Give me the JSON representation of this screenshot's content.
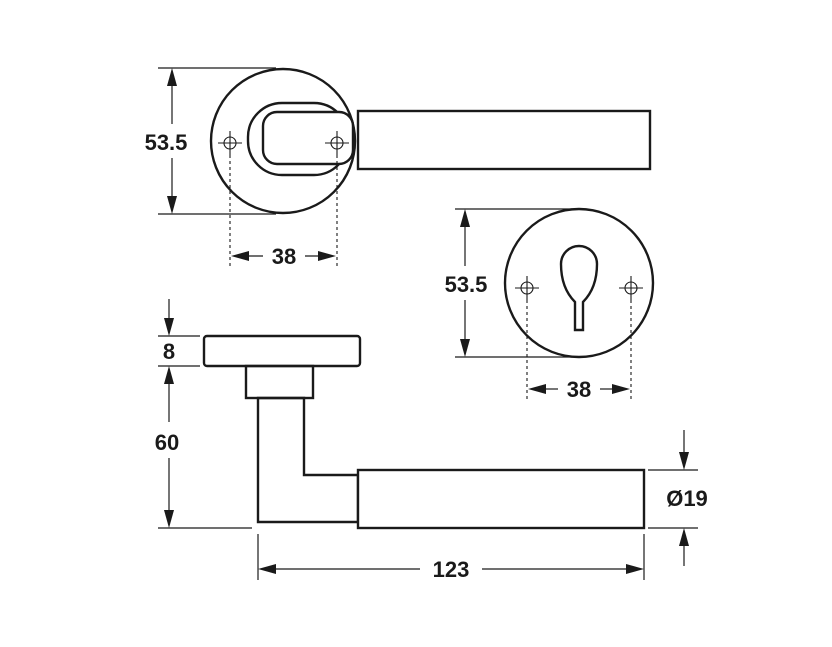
{
  "dimensions": {
    "top_rose_height": "53.5",
    "top_rose_holes": "38",
    "escutcheon_height": "53.5",
    "escutcheon_holes": "38",
    "rose_thickness": "8",
    "lever_height": "60",
    "lever_diameter": "Ø19",
    "lever_length": "123"
  }
}
